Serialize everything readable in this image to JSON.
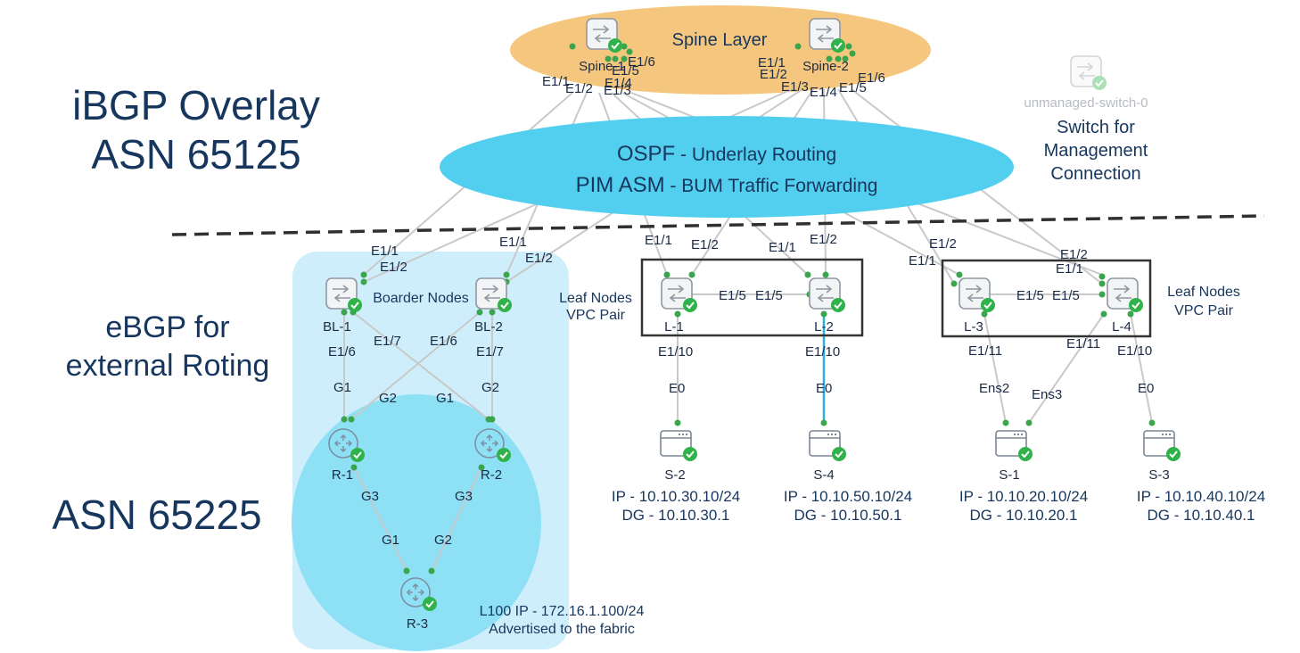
{
  "overlay": {
    "title_line1": "iBGP Overlay",
    "title_line2": "ASN 65125"
  },
  "external": {
    "title_line1": "eBGP for",
    "title_line2": "external Roting"
  },
  "asn_external": "ASN 65225",
  "spine_layer": {
    "label": "Spine Layer"
  },
  "underlay": {
    "ospf_strong": "OSPF",
    "ospf_rest": " - Underlay Routing",
    "pim_strong": "PIM ASM",
    "pim_rest": " - BUM Traffic Forwarding"
  },
  "mgmt": {
    "switch_name": "unmanaged-switch-0",
    "caption_line1": "Switch for",
    "caption_line2": "Management",
    "caption_line3": "Connection"
  },
  "groups": {
    "border": "Boarder Nodes",
    "leaf_left_line1": "Leaf Nodes",
    "leaf_left_line2": "VPC Pair",
    "leaf_right_line1": "Leaf Nodes",
    "leaf_right_line2": "VPC Pair"
  },
  "nodes": {
    "spine1": "Spine-1",
    "spine2": "Spine-2",
    "bl1": "BL-1",
    "bl2": "BL-2",
    "l1": "L-1",
    "l2": "L-2",
    "l3": "L-3",
    "l4": "L-4",
    "r1": "R-1",
    "r2": "R-2",
    "r3": "R-3",
    "s1": "S-1",
    "s2": "S-2",
    "s3": "S-3",
    "s4": "S-4"
  },
  "servers": {
    "s2": {
      "ip": "IP - 10.10.30.10/24",
      "dg": "DG - 10.10.30.1"
    },
    "s4": {
      "ip": "IP - 10.10.50.10/24",
      "dg": "DG - 10.10.50.1"
    },
    "s1": {
      "ip": "IP - 10.10.20.10/24",
      "dg": "DG - 10.10.20.1"
    },
    "s3": {
      "ip": "IP - 10.10.40.10/24",
      "dg": "DG - 10.10.40.1"
    }
  },
  "r3_note": {
    "line1": "L100 IP - 172.16.1.100/24",
    "line2": "Advertised to the fabric"
  },
  "ports": {
    "sp1_e11": "E1/1",
    "sp1_e12": "E1/2",
    "sp1_e13": "E1/3",
    "sp1_e14": "E1/4",
    "sp1_e15": "E1/5",
    "sp1_e16": "E1/6",
    "sp2_e11": "E1/1",
    "sp2_e12": "E1/2",
    "sp2_e13": "E1/3",
    "sp2_e14": "E1/4",
    "sp2_e15": "E1/5",
    "sp2_e16": "E1/6",
    "bl1_e11": "E1/1",
    "bl1_e12": "E1/2",
    "bl2_e11": "E1/1",
    "bl2_e12": "E1/2",
    "l1_e11": "E1/1",
    "l1_e12": "E1/2",
    "l2_e11": "E1/1",
    "l2_e12": "E1/2",
    "l3_e12": "E1/2",
    "l3_e11": "E1/1",
    "l4_e12": "E1/2",
    "l4_e11": "E1/1",
    "l1_e15": "E1/5",
    "l2_e15": "E1/5",
    "l3_e15": "E1/5",
    "l4_e15": "E1/5",
    "bl1_e16": "E1/6",
    "bl1_e17": "E1/7",
    "bl2_e16": "E1/6",
    "bl2_e17": "E1/7",
    "r1_g1": "G1",
    "r1_g2": "G2",
    "r2_g1": "G1",
    "r2_g2": "G2",
    "r1_g3": "G3",
    "r2_g3": "G3",
    "r3_g1": "G1",
    "r3_g2": "G2",
    "l1_e110": "E1/10",
    "l2_e110": "E1/10",
    "l3_e111": "E1/11",
    "l4_e111": "E1/11",
    "l4_e110": "E1/10",
    "s2_e0": "E0",
    "s4_e0": "E0",
    "s1_ens2": "Ens2",
    "s1_ens3": "Ens3",
    "s3_e0": "E0"
  },
  "colors": {
    "spine_ellipse": "#f5c77e",
    "underlay_ellipse": "#52cfef",
    "asn_box": "#cfeefb",
    "asn_circle": "#8ee1f5",
    "check": "#2fb24a",
    "link": "#c9c9c9",
    "highlight_link": "#2cb0dc",
    "text": "#17365d",
    "port_dot": "#3aa54d"
  }
}
